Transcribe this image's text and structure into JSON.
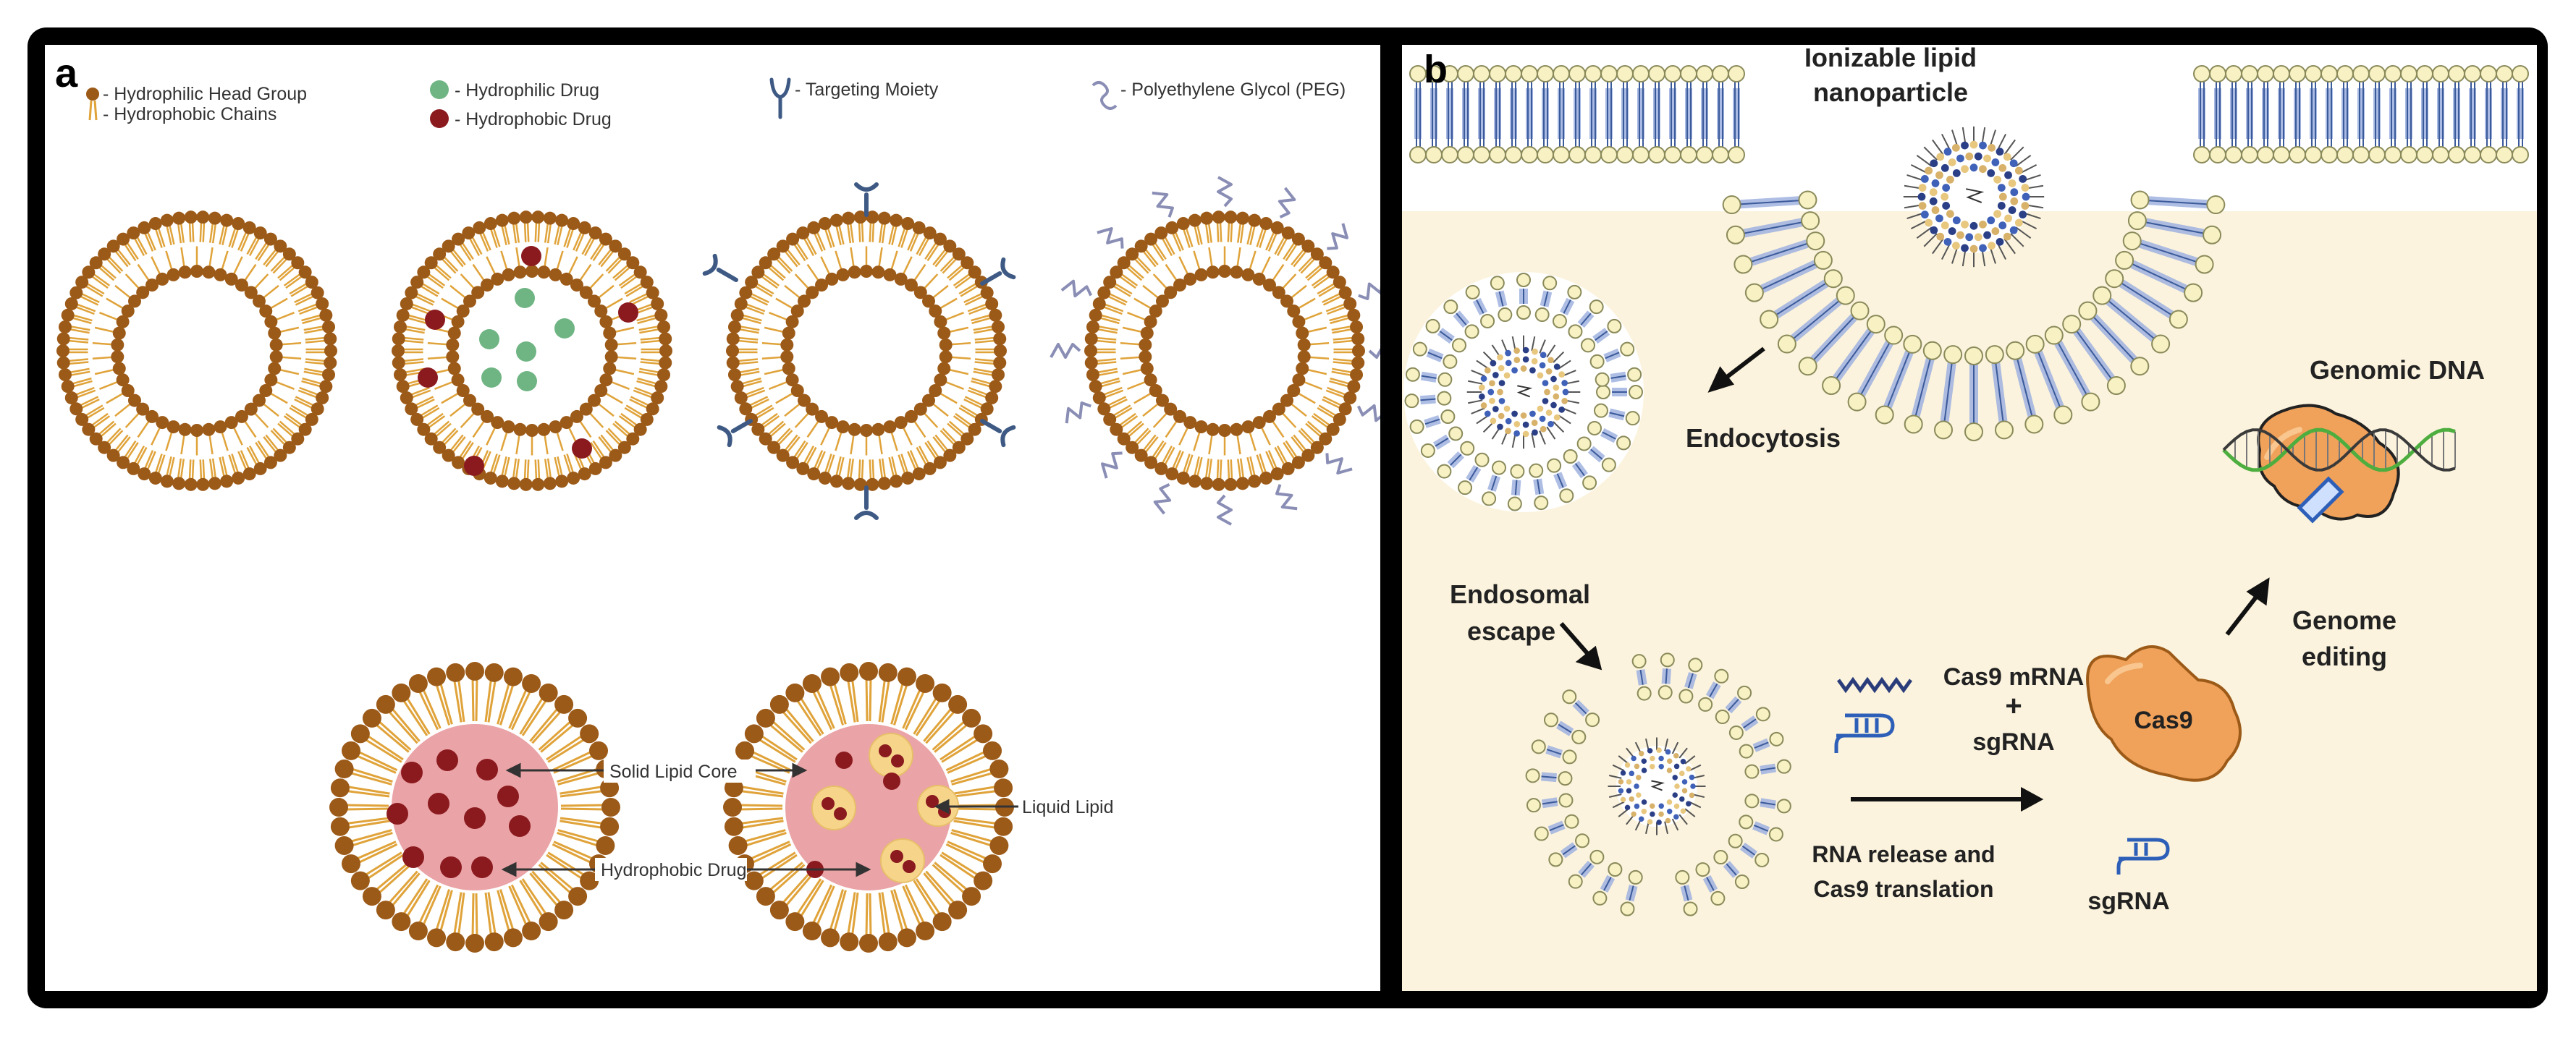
{
  "panel_a": {
    "letter": "a",
    "legend": {
      "head_group": "- Hydrophilic Head Group",
      "chains": "- Hydrophobic Chains",
      "hydrophilic_drug": "- Hydrophilic Drug",
      "hydrophobic_drug": "- Hydrophobic Drug",
      "targeting_moiety": "- Targeting Moiety",
      "peg": "- Polyethylene Glycol (PEG)"
    },
    "callouts": {
      "solid_lipid_core": "Solid Lipid Core",
      "liquid_lipid": "Liquid Lipid",
      "hydrophobic_drug": "Hydrophobic Drug"
    }
  },
  "panel_b": {
    "letter": "b",
    "lnp_label_1": "Ionizable lipid",
    "lnp_label_2": "nanoparticle",
    "endocytosis": "Endocytosis",
    "endosomal_1": "Endosomal",
    "endosomal_2": "escape",
    "cas9_mrna": "Cas9 mRNA",
    "plus": "+",
    "sgrna_top": "sgRNA",
    "release_1": "RNA release and",
    "release_2": "Cas9 translation",
    "cas9": "Cas9",
    "sgrna_bottom": "sgRNA",
    "genome_1": "Genome",
    "genome_2": "editing",
    "genomic_dna": "Genomic DNA"
  },
  "colors": {
    "lipid_head": "#9c5a18",
    "lipid_tail": "#e0a33a",
    "hydrophilic_drug": "#6fb583",
    "hydrophobic_drug": "#8b1a1f",
    "targeting": "#3e5a84",
    "peg": "#8a8eb5",
    "solid_core": "#eaa3a6",
    "liquid_lipid": "#f6d58b",
    "cas9": "#f0a15a",
    "membrane_head": "#f7f1c4",
    "membrane_tail": "#9fb2e0",
    "dna_green": "#4dae3f",
    "background_b": "#fbf3dd"
  }
}
